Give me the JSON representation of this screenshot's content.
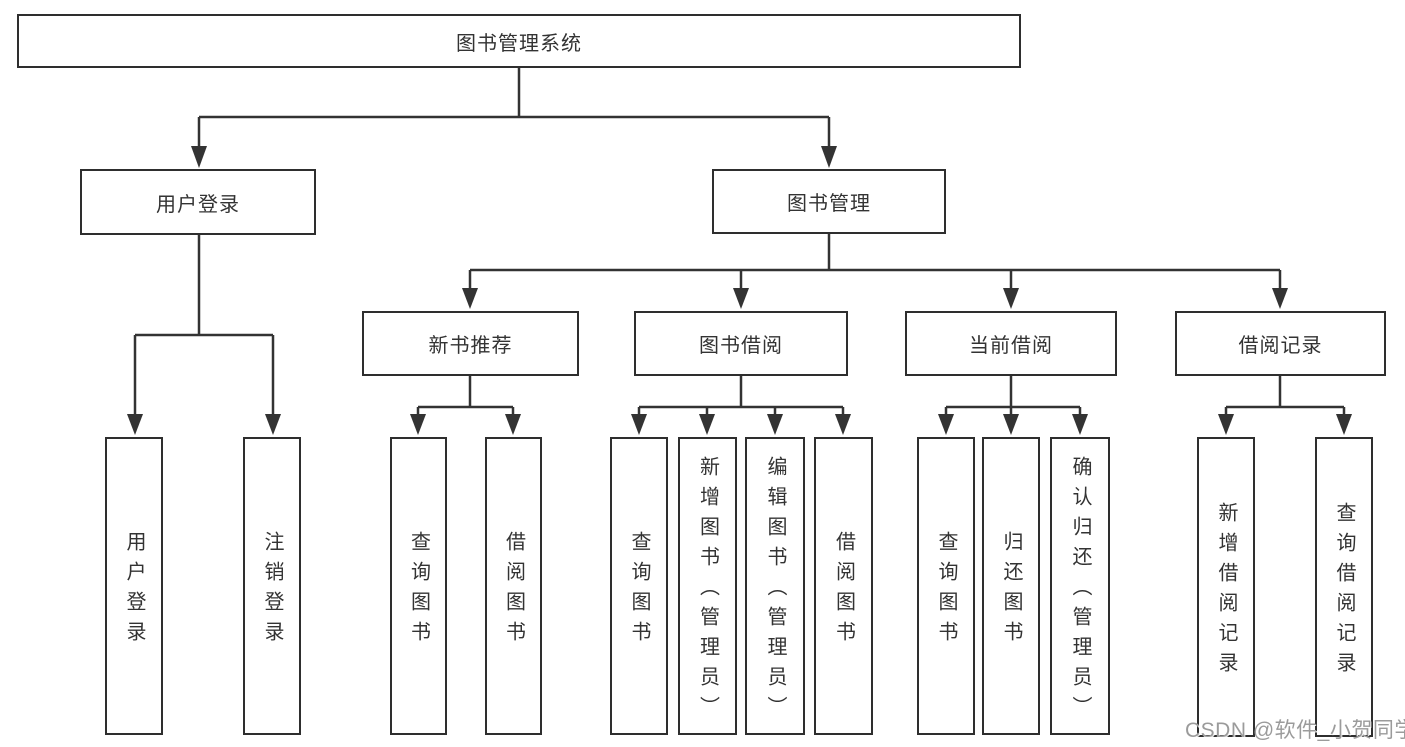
{
  "diagram_title": "图书管理系统",
  "colors": {
    "line": "#333333",
    "box_border": "#2e2e2e",
    "box_background": "#ffffff",
    "text": "#333333",
    "watermark": "#9b9b9b",
    "page_background": "#ffffff"
  },
  "watermark": {
    "text": "CSDN @软件_小贺同学"
  },
  "nodes": [
    {
      "id": "root",
      "label": "图书管理系统",
      "level": 1,
      "parent": null
    },
    {
      "id": "user-login",
      "label": "用户登录",
      "level": 2,
      "parent": "root"
    },
    {
      "id": "book-management",
      "label": "图书管理",
      "level": 2,
      "parent": "root"
    },
    {
      "id": "new-book-recommend",
      "label": "新书推荐",
      "level": 3,
      "parent": "book-management"
    },
    {
      "id": "book-borrowing",
      "label": "图书借阅",
      "level": 3,
      "parent": "book-management"
    },
    {
      "id": "current-borrowing",
      "label": "当前借阅",
      "level": 3,
      "parent": "book-management"
    },
    {
      "id": "borrowing-records",
      "label": "借阅记录",
      "level": 3,
      "parent": "book-management"
    },
    {
      "id": "leaf-user-login",
      "label": "用户登录",
      "level": 4,
      "parent": "user-login"
    },
    {
      "id": "leaf-logout",
      "label": "注销登录",
      "level": 4,
      "parent": "user-login"
    },
    {
      "id": "leaf-query-book-1",
      "label": "查询图书",
      "level": 4,
      "parent": "new-book-recommend"
    },
    {
      "id": "leaf-borrow-book-1",
      "label": "借阅图书",
      "level": 4,
      "parent": "new-book-recommend"
    },
    {
      "id": "leaf-query-book-2",
      "label": "查询图书",
      "level": 4,
      "parent": "book-borrowing"
    },
    {
      "id": "leaf-add-book-admin",
      "label": "新增图书（管理员）",
      "level": 4,
      "parent": "book-borrowing"
    },
    {
      "id": "leaf-edit-book-admin",
      "label": "编辑图书（管理员）",
      "level": 4,
      "parent": "book-borrowing"
    },
    {
      "id": "leaf-borrow-book-2",
      "label": "借阅图书",
      "level": 4,
      "parent": "book-borrowing"
    },
    {
      "id": "leaf-query-book-3",
      "label": "查询图书",
      "level": 4,
      "parent": "current-borrowing"
    },
    {
      "id": "leaf-return-book",
      "label": "归还图书",
      "level": 4,
      "parent": "current-borrowing"
    },
    {
      "id": "leaf-confirm-return",
      "label": "确认归还（管理员）",
      "level": 4,
      "parent": "current-borrowing"
    },
    {
      "id": "leaf-add-borrow-record",
      "label": "新增借阅记录",
      "level": 4,
      "parent": "borrowing-records"
    },
    {
      "id": "leaf-query-borrow-record",
      "label": "查询借阅记录",
      "level": 4,
      "parent": "borrowing-records"
    }
  ]
}
